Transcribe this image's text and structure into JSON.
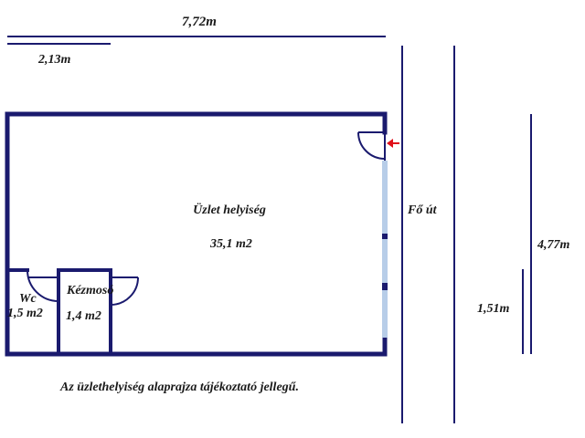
{
  "dimensions": {
    "total_width": "7,72m",
    "partial_width": "2,13m",
    "depth": "4,77m",
    "side_segment": "1,51m"
  },
  "rooms": {
    "shop": {
      "name": "Üzlet helyiség",
      "area": "35,1 m2"
    },
    "wc": {
      "name": "Wc",
      "area": "1,5 m2"
    },
    "washroom": {
      "name": "Kézmosó",
      "area": "1,4 m2"
    }
  },
  "street": {
    "name": "Fő út"
  },
  "caption": "Az üzlethelyiség alaprajza tájékoztató jellegű.",
  "colors": {
    "wall": "#1a1a6e",
    "window": "#b7cde8",
    "entrance_arrow": "#e0101a",
    "text": "#1a1a1a"
  },
  "icons": {
    "entrance": "entrance-arrow-icon"
  }
}
